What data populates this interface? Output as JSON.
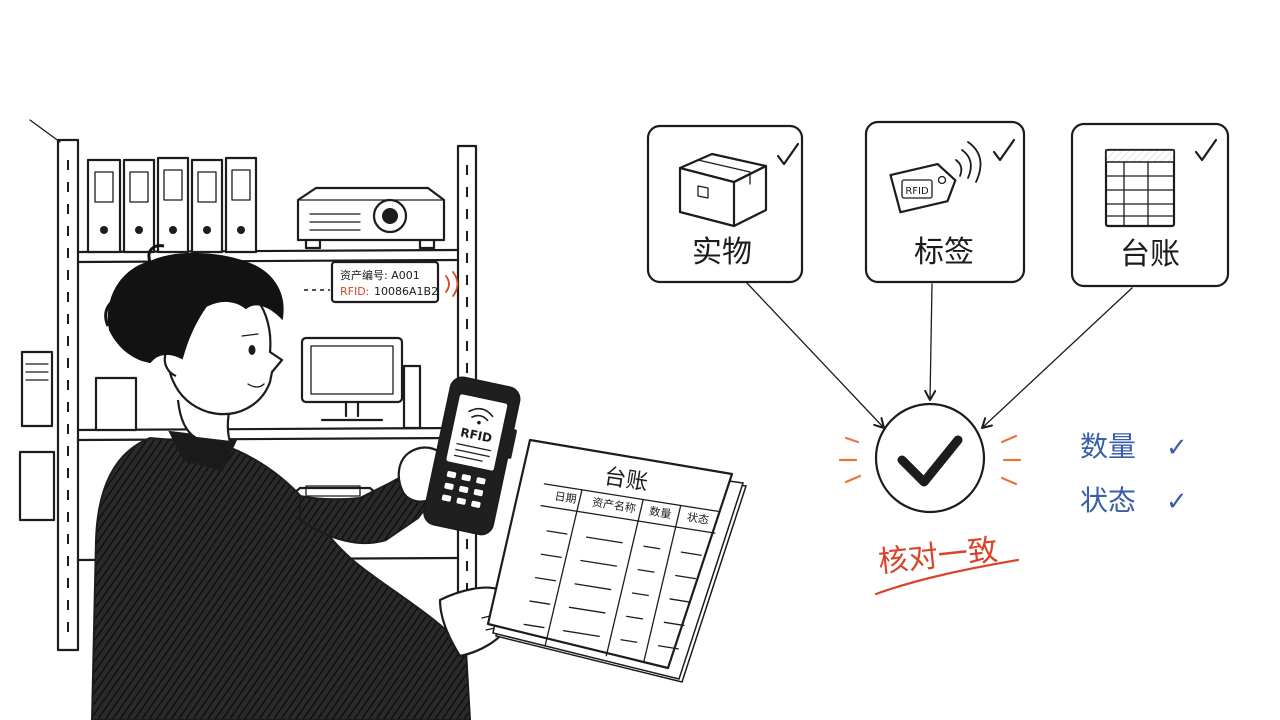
{
  "colors": {
    "ink": "#1c1c1c",
    "accent_red": "#d9452b",
    "accent_blue": "#3a5ea8",
    "accent_orange": "#e8763a"
  },
  "shelf_tag": {
    "asset_no_label": "资产编号: A001",
    "rfid_label": "RFID:",
    "rfid_value": "10086A1B2"
  },
  "scanner": {
    "screen_label": "RFID"
  },
  "ledger_paper": {
    "title": "台账",
    "columns": [
      "日期",
      "资产名称",
      "数量",
      "状态"
    ]
  },
  "cards": [
    {
      "label": "实物",
      "icon": "box-icon",
      "checked": true
    },
    {
      "label": "标签",
      "icon": "rfid-tag-icon",
      "tag_text": "RFID",
      "checked": true
    },
    {
      "label": "台账",
      "icon": "ledger-sheet-icon",
      "checked": true
    }
  ],
  "result": {
    "label": "核对一致",
    "checks": [
      {
        "label": "数量",
        "mark": "✓"
      },
      {
        "label": "状态",
        "mark": "✓"
      }
    ]
  }
}
